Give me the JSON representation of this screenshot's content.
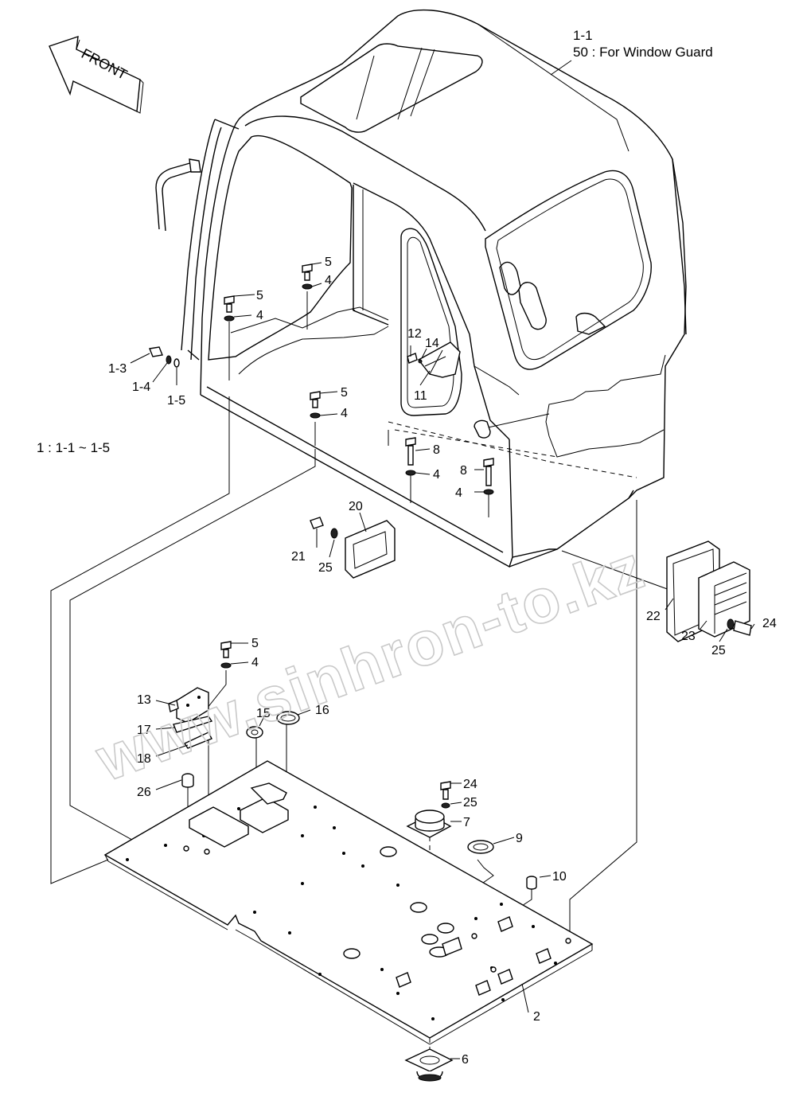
{
  "front_arrow": {
    "label": "FRONT"
  },
  "notes": {
    "assembly_ref": "1-1",
    "window_guard": "50 : For Window Guard",
    "kit_range": "1 : 1-1 ~ 1-5"
  },
  "watermark": {
    "text": "www.sinhron-to.kz"
  },
  "callouts": {
    "c1_3": "1-3",
    "c1_4": "1-4",
    "c1_5": "1-5",
    "c2": "2",
    "c4a": "4",
    "c4b": "4",
    "c4c": "4",
    "c4d": "4",
    "c4e": "4",
    "c4f": "4",
    "c5a": "5",
    "c5b": "5",
    "c5c": "5",
    "c5d": "5",
    "c6": "6",
    "c7": "7",
    "c8a": "8",
    "c8b": "8",
    "c9": "9",
    "c10": "10",
    "c11": "11",
    "c12": "12",
    "c13": "13",
    "c14": "14",
    "c15": "15",
    "c16": "16",
    "c17": "17",
    "c18": "18",
    "c20": "20",
    "c21": "21",
    "c22": "22",
    "c23": "23",
    "c24a": "24",
    "c24b": "24",
    "c25a": "25",
    "c25b": "25",
    "c25c": "25",
    "c26": "26"
  }
}
